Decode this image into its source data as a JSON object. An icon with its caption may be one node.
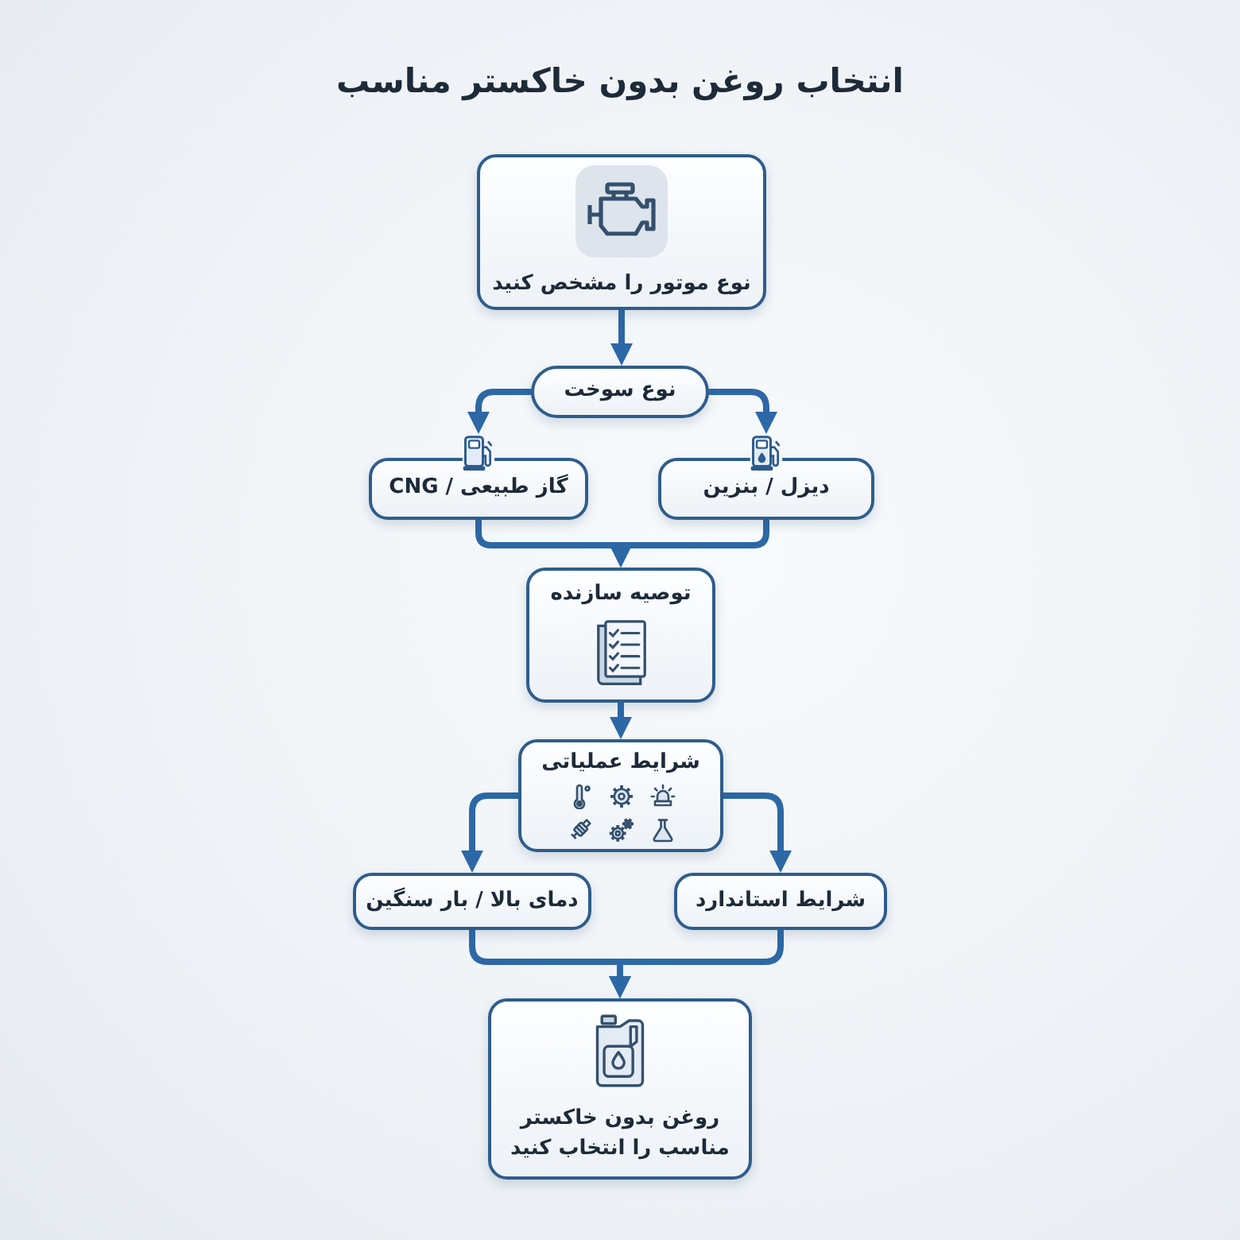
{
  "diagram": {
    "title": "انتخاب روغن بدون خاکستر مناسب",
    "nodes": [
      {
        "text": [
          "نوع موتور را مشخص کنید"
        ]
      },
      {
        "text": [
          "نوع سوخت"
        ]
      },
      {
        "text": [
          "گاز طبیعی / CNG"
        ]
      },
      {
        "text": [
          "دیزل / بنزین"
        ]
      },
      {
        "text": [
          "توصیه سازنده"
        ]
      },
      {
        "text": [
          "شرایط عملیاتی"
        ]
      },
      {
        "text": [
          "دمای بالا / بار سنگین"
        ]
      },
      {
        "text": [
          "شرایط استاندارد"
        ]
      },
      {
        "text": [
          "روغن بدون خاکستر مناسب را انتخاب کنید"
        ]
      }
    ],
    "edges": [
      {
        "from": 0,
        "to": 1,
        "arrow": "to"
      },
      {
        "from": 1,
        "to": 2,
        "arrow": "to"
      },
      {
        "from": 1,
        "to": 3,
        "arrow": "to"
      },
      {
        "from": 2,
        "to": 4,
        "arrow": "to"
      },
      {
        "from": 3,
        "to": 4,
        "arrow": "to"
      },
      {
        "from": 4,
        "to": 5,
        "arrow": "to"
      },
      {
        "from": 5,
        "to": 6,
        "arrow": "to"
      },
      {
        "from": 5,
        "to": 7,
        "arrow": "to"
      },
      {
        "from": 6,
        "to": 8,
        "arrow": "to"
      },
      {
        "from": 7,
        "to": 8,
        "arrow": "to"
      }
    ]
  }
}
